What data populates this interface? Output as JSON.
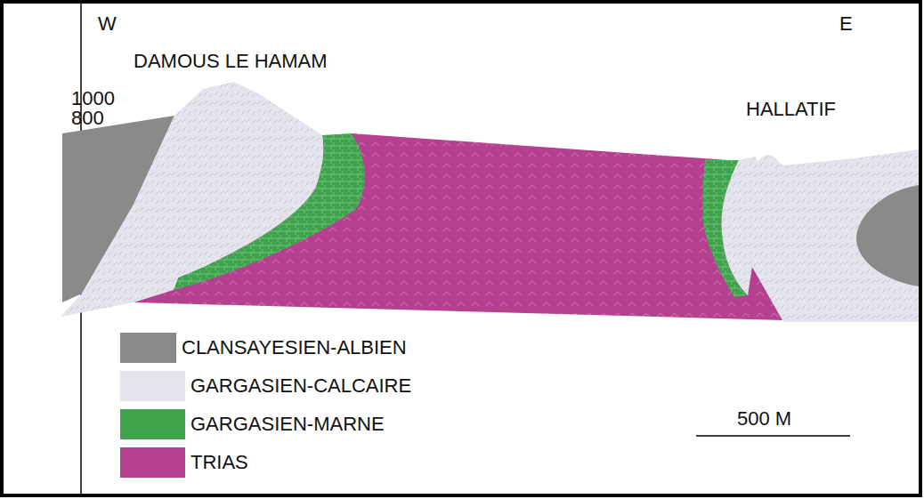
{
  "diagram": {
    "labels": [
      "W",
      "E",
      "DAMOUS LE HAMAM",
      "1000",
      "800",
      "HALLATIF",
      "500 M"
    ],
    "legend": [
      {
        "text": "CLANSAYESIEN-ALBIEN",
        "color": "#8a8a8a"
      },
      {
        "text": "GARGASIEN-CALCAIRE",
        "color": "#e4e4ec"
      },
      {
        "text": "GARGASIEN-MARNE",
        "color": "#3fa34d"
      },
      {
        "text": "TRIAS",
        "color": "#b4408f"
      }
    ]
  }
}
